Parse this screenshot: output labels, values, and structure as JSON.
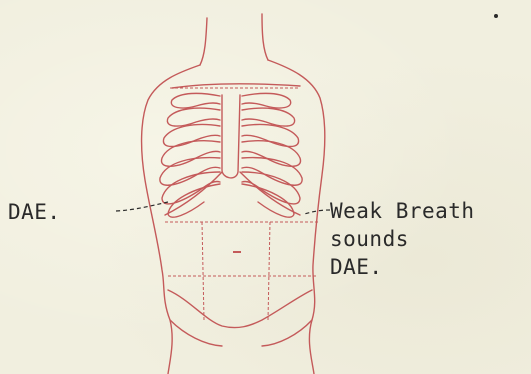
{
  "colors": {
    "paper": "#f1efdf",
    "ink_red": "#c45a5a",
    "typewriter_ink": "#2a2a2a"
  },
  "annotations": {
    "left": "DAE.",
    "right_line1": "Weak Breath",
    "right_line2": "sounds",
    "right_line3": "DAE."
  }
}
